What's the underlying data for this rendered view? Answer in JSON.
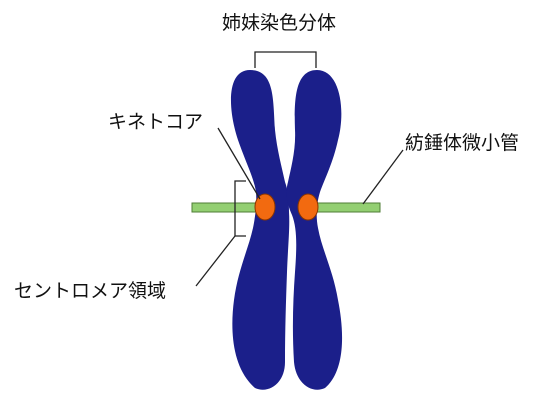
{
  "labels": {
    "sister_chromatids": "姉妹染色分体",
    "kinetochore": "キネトコア",
    "spindle_microtubule": "紡錘体微小管",
    "centromere_region": "セントロメア領域"
  },
  "colors": {
    "chromatid": "#1b1f8a",
    "kinetochore": "#f26a10",
    "microtubule": "#93cf72",
    "line": "#222222"
  }
}
